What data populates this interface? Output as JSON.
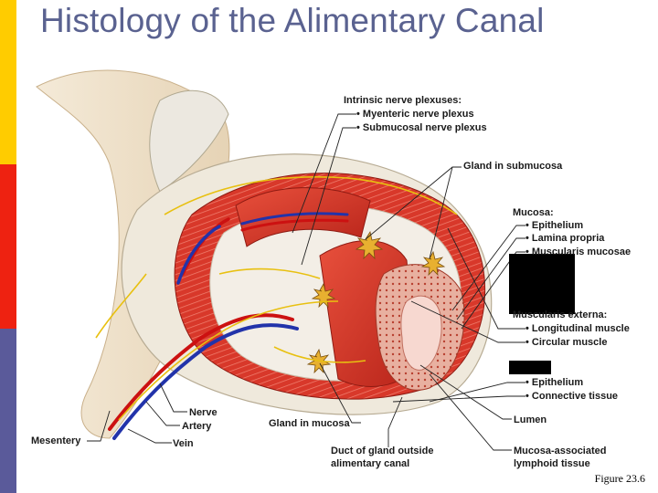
{
  "slide": {
    "title": "Histology of the Alimentary Canal",
    "figure_label": "Figure 23.6"
  },
  "colors": {
    "sidebar": [
      "#ffcc00",
      "#ee2211",
      "#5a5a9a"
    ],
    "title": "#5a6290",
    "muscle": "#d93a2b",
    "mucosa": "#f2c4c0",
    "nerve": "#e8c010",
    "artery": "#cc1111",
    "vein": "#2233aa"
  },
  "labels": {
    "intrinsic_heading": "Intrinsic nerve plexuses:",
    "myenteric": "• Myenteric nerve plexus",
    "submucosal": "• Submucosal nerve plexus",
    "gland_submucosa": "Gland in submucosa",
    "mucosa_heading": "Mucosa:",
    "mucosa_epithelium": "• Epithelium",
    "lamina_propria": "• Lamina propria",
    "muscularis_mucosae": "• Muscularis mucosae",
    "muscularis_externa": "Muscularis externa:",
    "longitudinal": "• Longitudinal muscle",
    "circular": "• Circular muscle",
    "serosa_epithelium": "• Epithelium",
    "connective": "• Connective tissue",
    "lumen": "Lumen",
    "mucosa_lymphoid_1": "Mucosa-associated",
    "mucosa_lymphoid_2": "lymphoid tissue",
    "duct_1": "Duct of gland outside",
    "duct_2": "alimentary canal",
    "gland_mucosa": "Gland in mucosa",
    "nerve": "Nerve",
    "artery": "Artery",
    "vein": "Vein",
    "mesentery": "Mesentery"
  }
}
